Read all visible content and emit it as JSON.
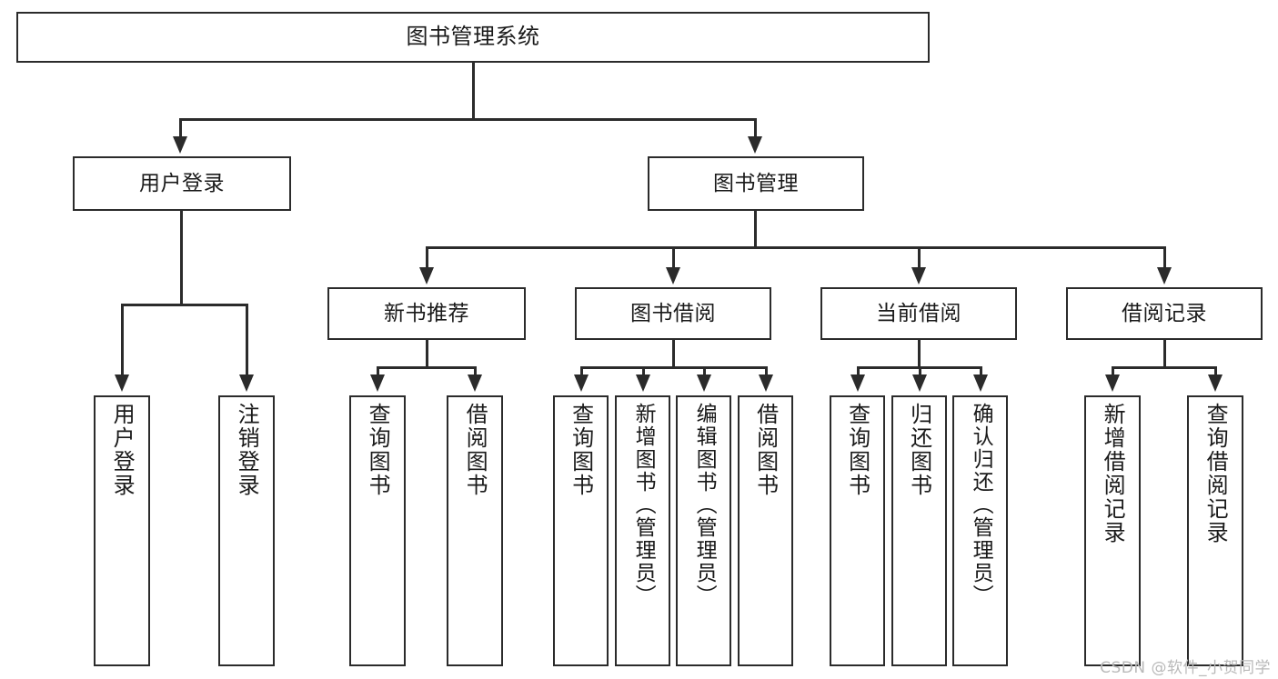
{
  "diagram": {
    "title": "图书管理系统",
    "type": "tree-hierarchy",
    "root": {
      "label": "图书管理系统"
    },
    "level2": [
      {
        "label": "用户登录"
      },
      {
        "label": "图书管理"
      }
    ],
    "level3": [
      {
        "label": "新书推荐"
      },
      {
        "label": "图书借阅"
      },
      {
        "label": "当前借阅"
      },
      {
        "label": "借阅记录"
      }
    ],
    "leaves": {
      "user_login": [
        {
          "label": "用户登录"
        },
        {
          "label": "注销登录"
        }
      ],
      "new_book_recommend": [
        {
          "label": "查询图书"
        },
        {
          "label": "借阅图书"
        }
      ],
      "book_borrow": [
        {
          "label": "查询图书"
        },
        {
          "label": "新增图书（管理员）"
        },
        {
          "label": "编辑图书（管理员）"
        },
        {
          "label": "借阅图书"
        }
      ],
      "current_borrow": [
        {
          "label": "查询图书"
        },
        {
          "label": "归还图书"
        },
        {
          "label": "确认归还（管理员）"
        }
      ],
      "borrow_record": [
        {
          "label": "新增借阅记录"
        },
        {
          "label": "查询借阅记录"
        }
      ]
    }
  },
  "watermark": {
    "text": "CSDN @软件_小贺同学"
  },
  "colors": {
    "line": "#2b2b2b",
    "box_fill": "#ffffff",
    "text": "#1a1a1a",
    "watermark": "#b9b9b9",
    "background": "#ffffff"
  }
}
